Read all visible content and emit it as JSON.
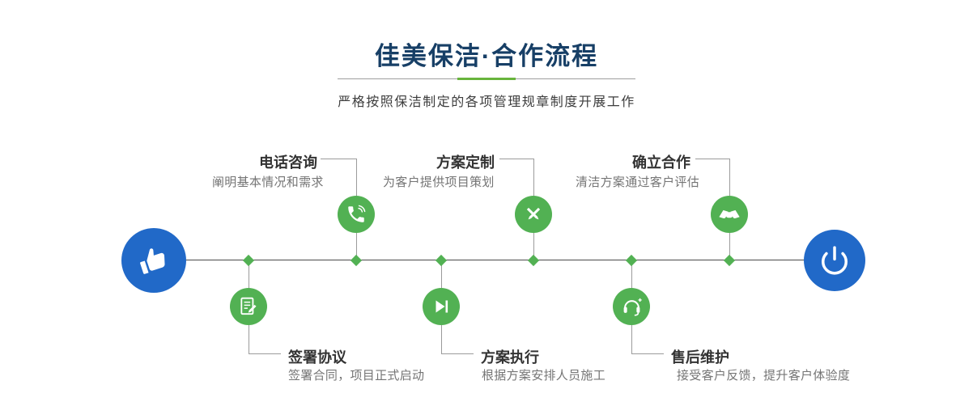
{
  "header": {
    "title": "佳美保洁·合作流程",
    "subtitle": "严格按照保洁制定的各项管理规章制度开展工作"
  },
  "colors": {
    "title_blue": "#173f66",
    "accent_green": "#52b153",
    "endpoint_blue": "#2169c8",
    "divider_green": "#68b43c"
  },
  "timeline": {
    "start_icon": "hand-pointer-icon",
    "end_icon": "power-icon"
  },
  "steps": [
    {
      "title": "电话咨询",
      "desc": "阐明基本情况和需求",
      "icon": "phone-icon",
      "position": "top"
    },
    {
      "title": "方案定制",
      "desc": "为客户提供项目策划",
      "icon": "pencil-tools-icon",
      "position": "top"
    },
    {
      "title": "确立合作",
      "desc": "清洁方案通过客户评估",
      "icon": "handshake-icon",
      "position": "top"
    },
    {
      "title": "签署协议",
      "desc": "签署合同，项目正式启动",
      "icon": "contract-icon",
      "position": "bottom"
    },
    {
      "title": "方案执行",
      "desc": "根据方案安排人员施工",
      "icon": "play-next-icon",
      "position": "bottom"
    },
    {
      "title": "售后维护",
      "desc": "接受客户反馈，提升客户体验度",
      "icon": "headset-icon",
      "position": "bottom"
    }
  ]
}
